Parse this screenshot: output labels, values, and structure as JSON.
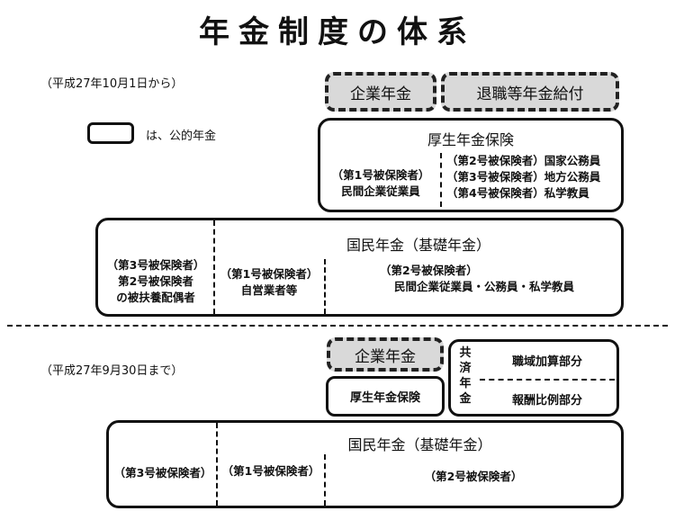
{
  "title": "年金制度の体系",
  "current": {
    "date_note": "（平成27年10月1日から）",
    "legend_text": "は、公的年金",
    "corporate_pension": "企業年金",
    "retirement_benefit": "退職等年金給付",
    "kosei": {
      "title": "厚生年金保険",
      "left_line1": "（第1号被保険者）",
      "left_line2": "民間企業従業員",
      "right_line1": "（第2号被保険者）国家公務員",
      "right_line2": "（第3号被保険者）地方公務員",
      "right_line3": "（第4号被保険者）私学教員"
    },
    "kokumin": {
      "title": "国民年金（基礎年金）",
      "col1_line1": "（第3号被保険者）",
      "col1_line2": "第2号被保険者",
      "col1_line3": "の被扶養配偶者",
      "col2_line1": "（第1号被保険者）",
      "col2_line2": "自営業者等",
      "col3_line1": "（第2号被保険者）",
      "col3_line2": "民間企業従業員・公務員・私学教員"
    }
  },
  "previous": {
    "date_note": "（平成27年9月30日まで）",
    "corporate_pension": "企業年金",
    "kosei_title": "厚生年金保険",
    "kyosai_vertical": [
      "共",
      "済",
      "年",
      "金"
    ],
    "kyosai_top": "職域加算部分",
    "kyosai_bottom": "報酬比例部分",
    "kokumin": {
      "title": "国民年金（基礎年金）",
      "col1": "（第3号被保険者）",
      "col2": "（第1号被保険者）",
      "col3": "（第2号被保険者）"
    }
  }
}
